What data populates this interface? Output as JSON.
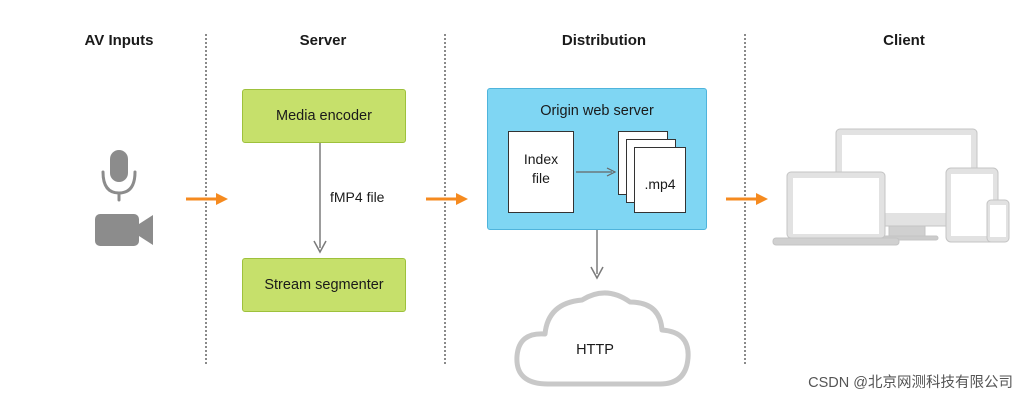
{
  "columns": {
    "av_inputs": "AV Inputs",
    "server": "Server",
    "distribution": "Distribution",
    "client": "Client"
  },
  "server": {
    "media_encoder": "Media encoder",
    "file_label": "fMP4 file",
    "stream_segmenter": "Stream segmenter"
  },
  "distribution": {
    "origin_title": "Origin web server",
    "index_file_line1": "Index",
    "index_file_line2": "file",
    "segment_label": ".mp4",
    "cloud_label": "HTTP"
  },
  "watermark": "CSDN @北京网测科技有限公司",
  "colors": {
    "arrow_orange": "#f58a1f",
    "encoder_green": "#c6e06b",
    "origin_blue": "#7fd6f3",
    "icon_gray": "#8c8c8c",
    "device_gray": "#d2d2d2"
  }
}
